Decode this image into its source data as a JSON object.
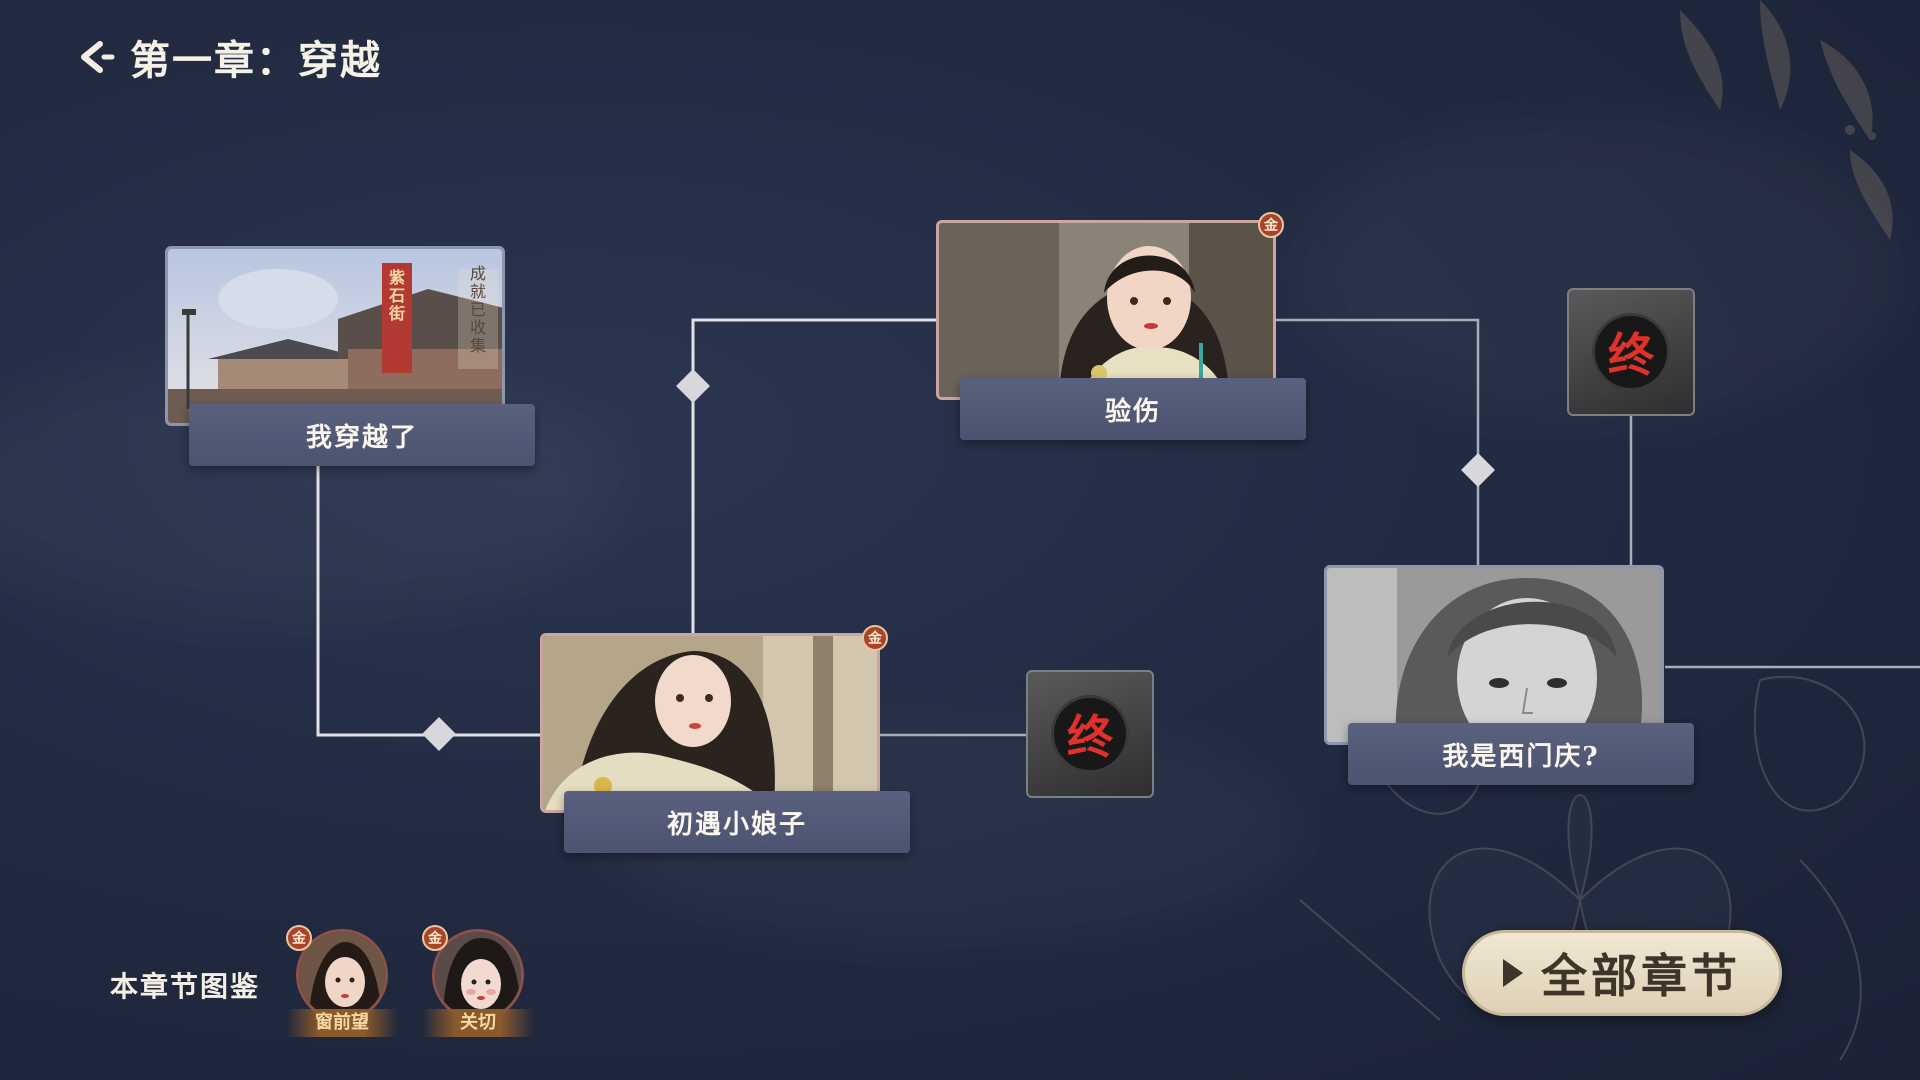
{
  "header": {
    "title": "第一章：穿越"
  },
  "nodes": {
    "n1": {
      "label": "我穿越了",
      "sign_text": "紫石街",
      "side_text": "成就已收集"
    },
    "n2": {
      "label": "验伤",
      "badge": "金"
    },
    "n3": {
      "label": "初遇小娘子",
      "badge": "金"
    },
    "n4": {
      "label": "我是西门庆?"
    }
  },
  "end_markers": {
    "symbol": "终"
  },
  "gallery": {
    "label": "本章节图鉴",
    "items": [
      {
        "name": "窗前望",
        "badge": "金"
      },
      {
        "name": "关切",
        "badge": "金"
      }
    ]
  },
  "all_chapters_button": {
    "label": "全部章节"
  },
  "colors": {
    "background": "#222b42",
    "label_bg": "#535b78",
    "line": "#d9d9dc",
    "end_glyph": "#e0322a",
    "badge": "#a8432e"
  },
  "icons": [
    "back-arrow-icon",
    "gold-badge-icon",
    "play-triangle-icon",
    "end-marker-icon"
  ]
}
